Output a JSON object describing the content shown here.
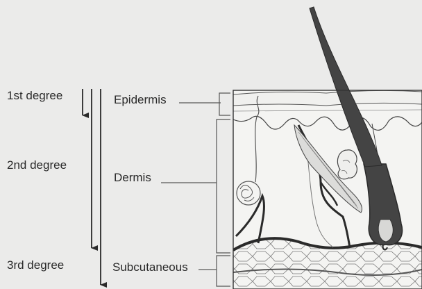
{
  "degrees": [
    {
      "label": "1st degree"
    },
    {
      "label": "2nd degree"
    },
    {
      "label": "3rd degree"
    }
  ],
  "layers": [
    {
      "label": "Epidermis"
    },
    {
      "label": "Dermis"
    },
    {
      "label": "Subcutaneous"
    }
  ],
  "colors": {
    "background": "#ebebea",
    "ink": "#2a2a2a",
    "skin_fill": "#f4f4f2",
    "hair": "#444444"
  }
}
